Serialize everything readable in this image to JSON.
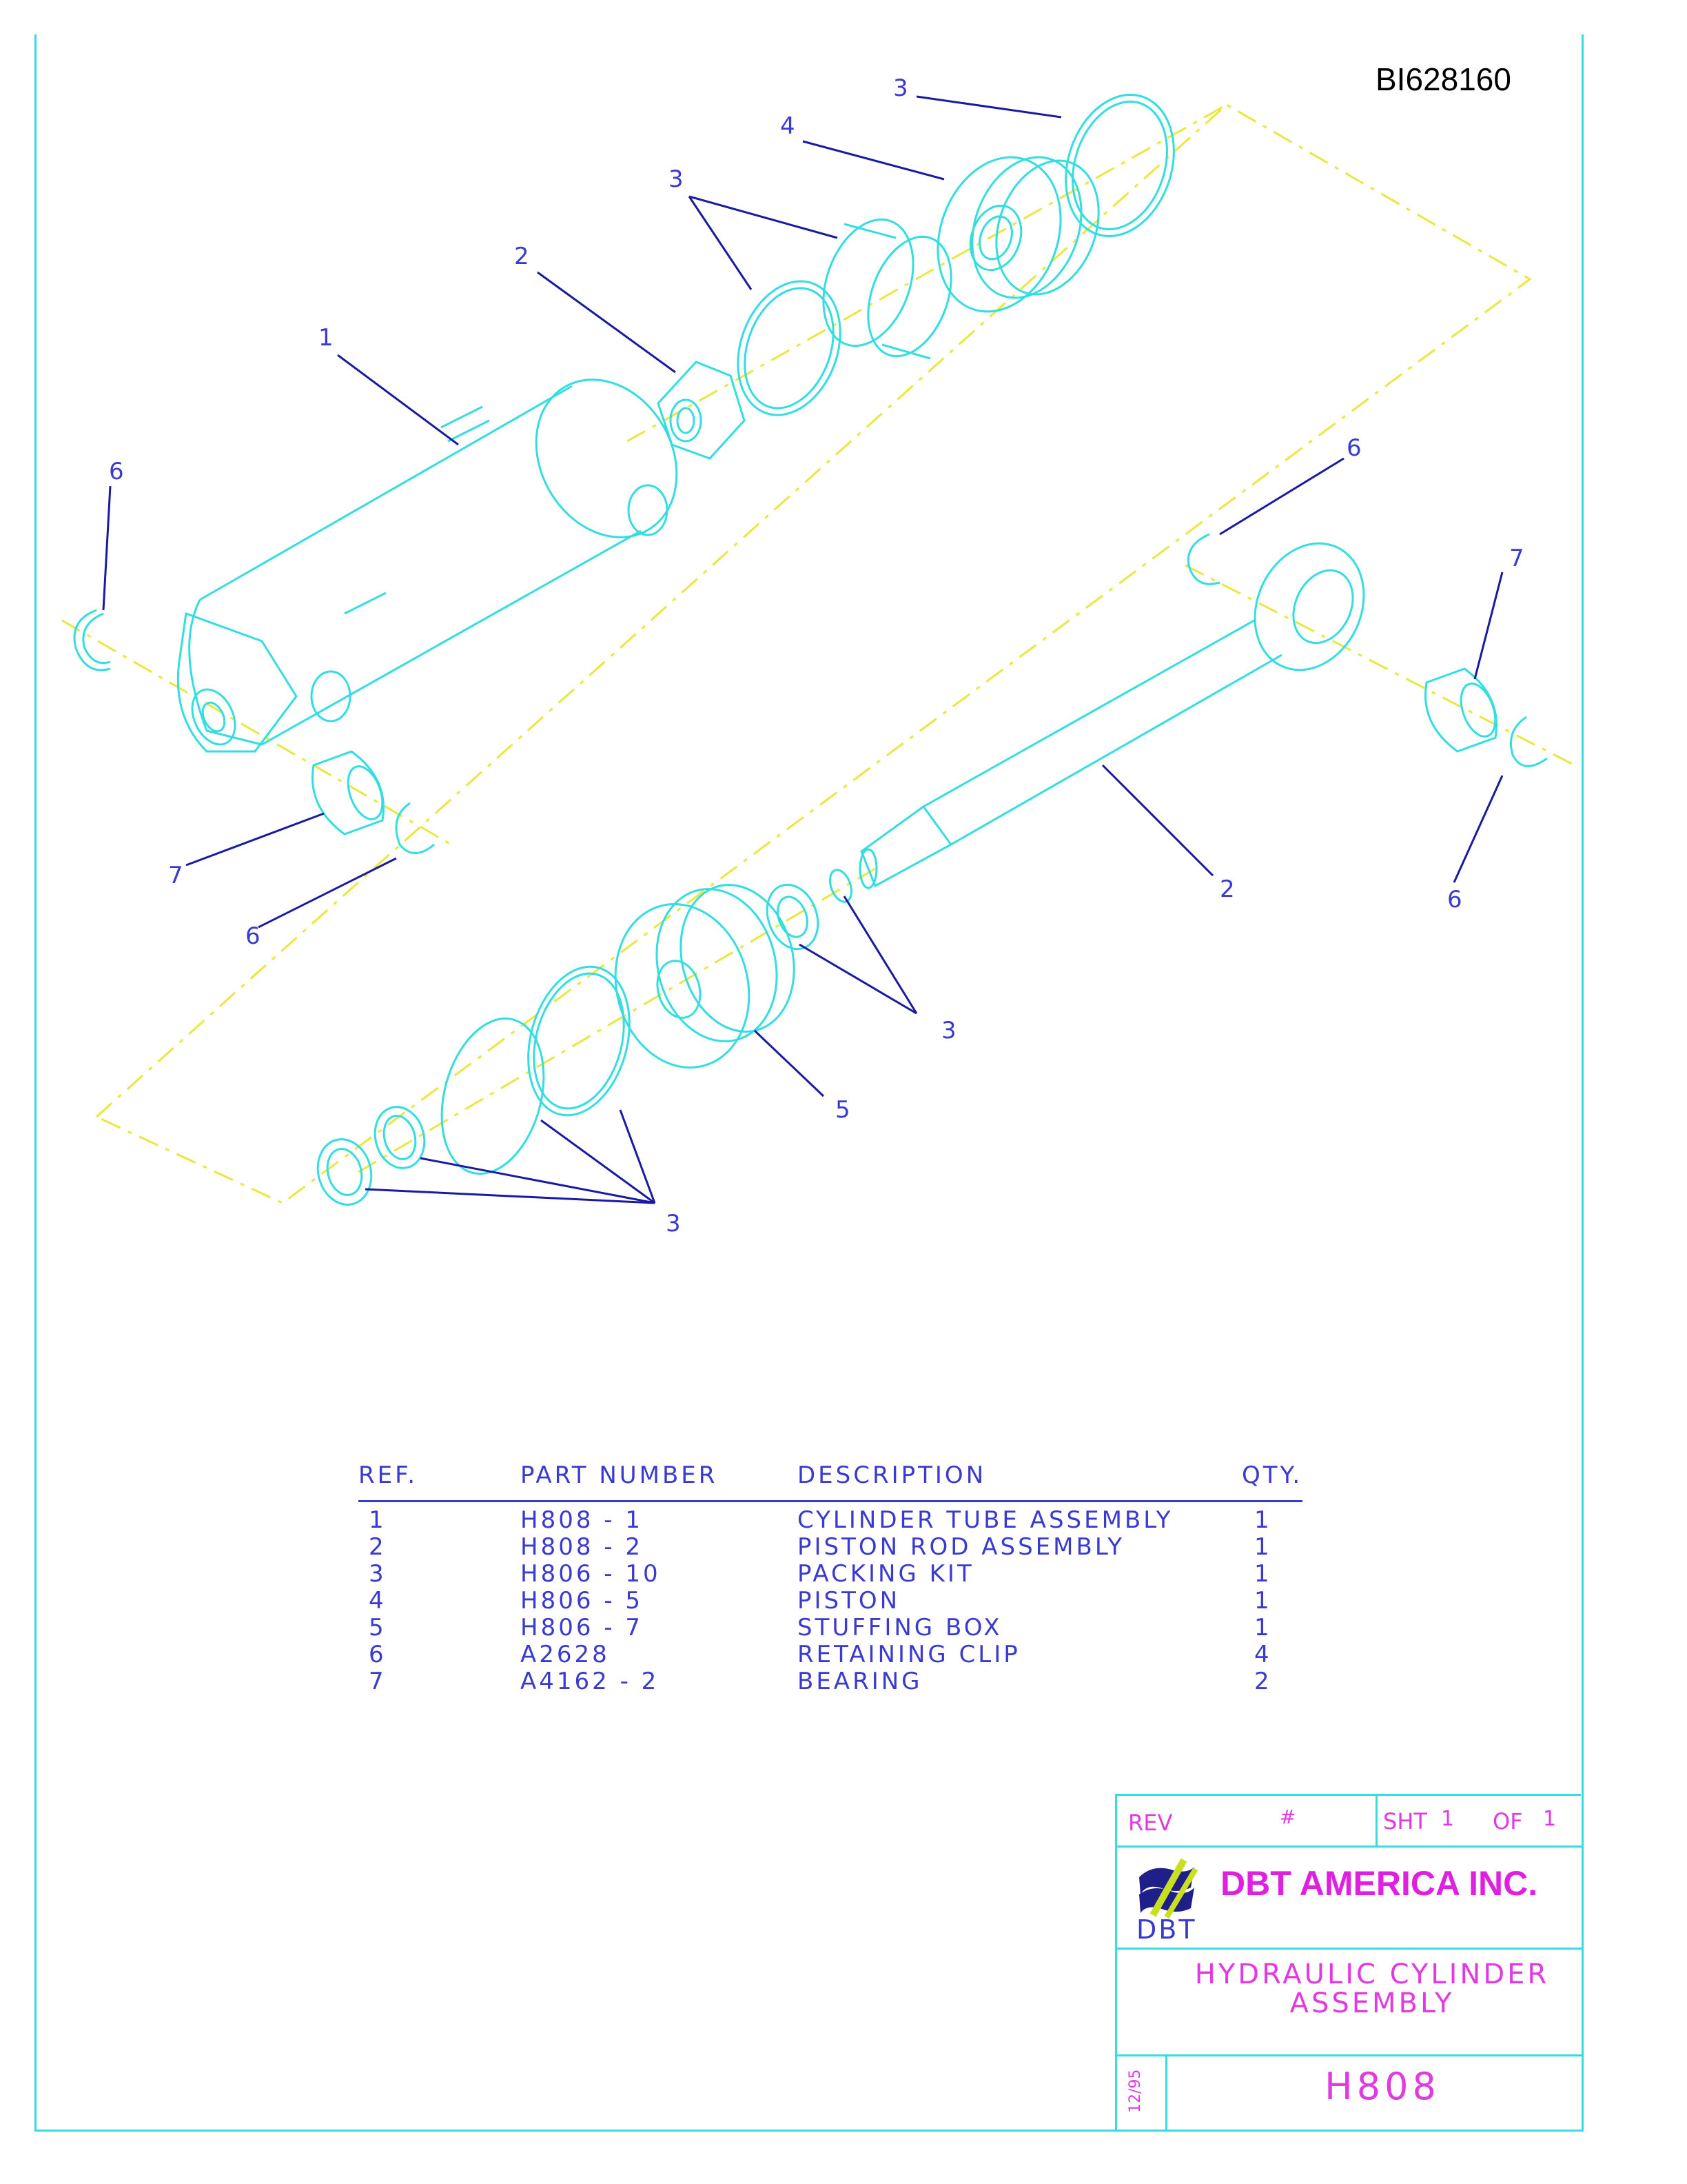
{
  "drawing_number": "BI628160",
  "callouts": {
    "c1": "1",
    "c2a": "2",
    "c3a": "3",
    "c3b": "3",
    "c4": "4",
    "c6a": "6",
    "c6b": "6",
    "c7a": "7",
    "c7b": "7",
    "c6c": "6",
    "c6d": "6",
    "c2b": "2",
    "c3c": "3",
    "c5": "5",
    "c3d": "3"
  },
  "bom": {
    "headers": {
      "ref": "REF.",
      "part": "PART NUMBER",
      "desc": "DESCRIPTION",
      "qty": "QTY."
    },
    "rows": [
      {
        "ref": "1",
        "part": "H808 - 1",
        "desc": "CYLINDER  TUBE  ASSEMBLY",
        "qty": "1"
      },
      {
        "ref": "2",
        "part": "H808 - 2",
        "desc": "PISTON  ROD  ASSEMBLY",
        "qty": "1"
      },
      {
        "ref": "3",
        "part": "H806 - 10",
        "desc": "PACKING  KIT",
        "qty": "1"
      },
      {
        "ref": "4",
        "part": "H806 - 5",
        "desc": "PISTON",
        "qty": "1"
      },
      {
        "ref": "5",
        "part": "H806 - 7",
        "desc": "STUFFING  BOX",
        "qty": "1"
      },
      {
        "ref": "6",
        "part": "A2628",
        "desc": "RETAINING  CLIP",
        "qty": "4"
      },
      {
        "ref": "7",
        "part": "A4162 - 2",
        "desc": "BEARING",
        "qty": "2"
      }
    ]
  },
  "title_block": {
    "rev_label": "REV",
    "rev_value": "#",
    "sheet_label": "SHT",
    "sheet_no": "1",
    "of_label": "OF",
    "sheet_total": "1",
    "company": "DBT AMERICA INC.",
    "logo_text": "DBT",
    "title": "HYDRAULIC  CYLINDER ASSEMBLY",
    "date": "12/95",
    "drawing_no": "H808"
  },
  "colors": {
    "part_lines": "#33dde0",
    "leaders": "#1a1aa0",
    "center_lines": "#e8e840",
    "title_text": "#e03ae0"
  }
}
